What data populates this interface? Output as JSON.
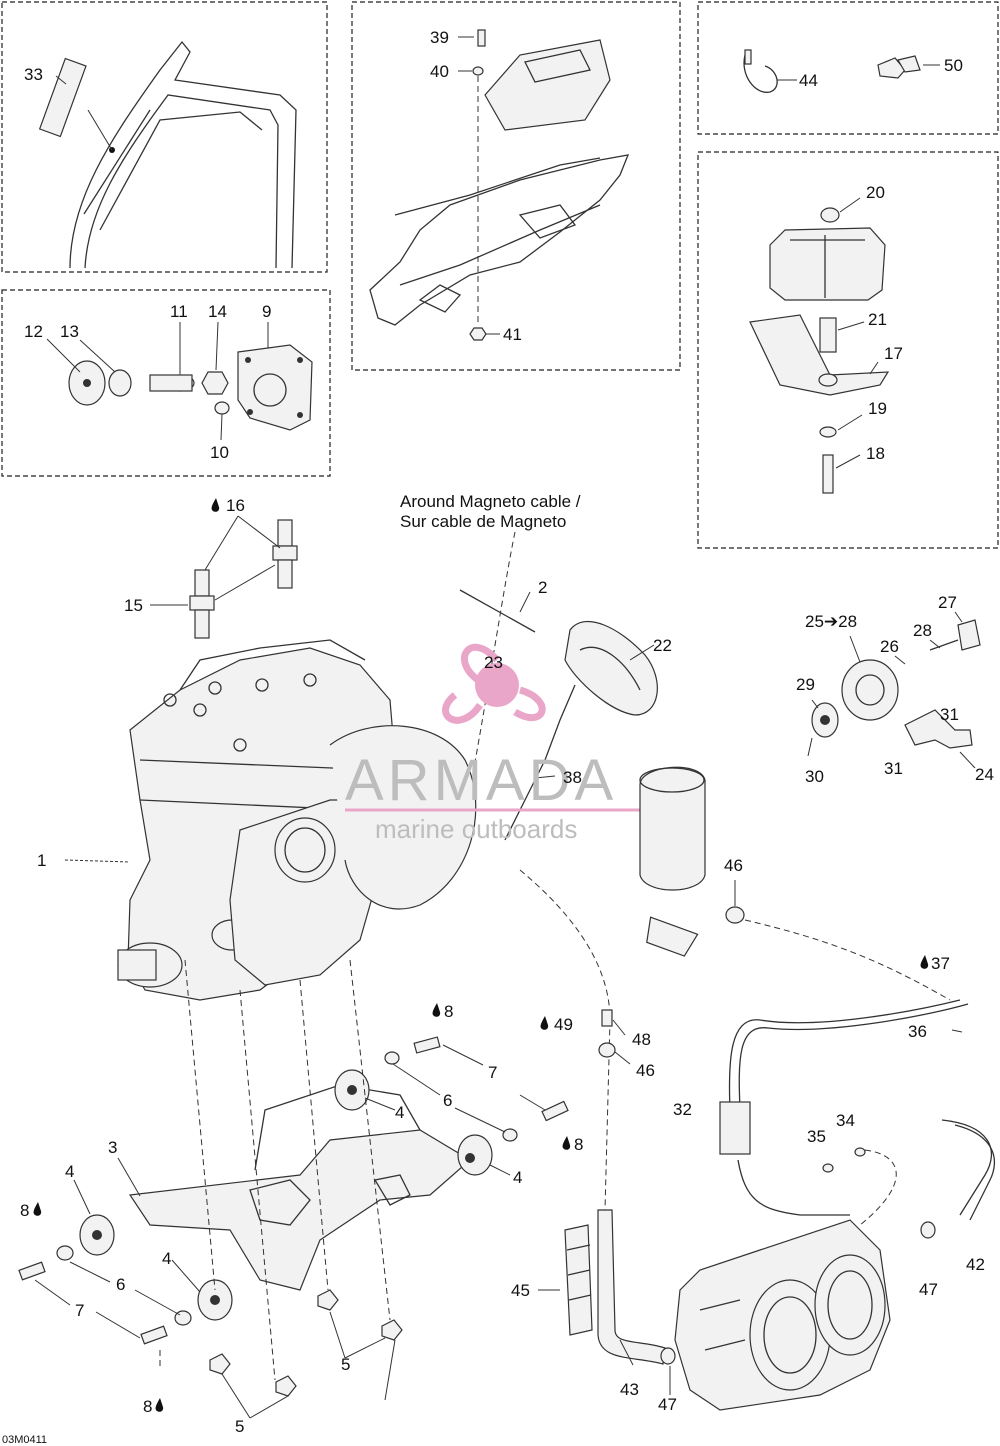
{
  "watermark": {
    "brand": "ARMADA",
    "tagline": "marine outboards",
    "color": "#e9a6c8"
  },
  "notes": {
    "cable_en": "Around Magneto cable /",
    "cable_fr": "Sur cable de Magneto"
  },
  "drawing_code": "03M0411",
  "callouts": {
    "n1": "1",
    "n2": "2",
    "n3": "3",
    "n4a": "4",
    "n4b": "4",
    "n4c": "4",
    "n4d": "4",
    "n5a": "5",
    "n5b": "5",
    "n6a": "6",
    "n6b": "6",
    "n7a": "7",
    "n7b": "7",
    "n8a": "8",
    "n8b": "8",
    "n8c": "8",
    "n8d": "8",
    "n9": "9",
    "n10": "10",
    "n11": "11",
    "n12": "12",
    "n13": "13",
    "n14": "14",
    "n15": "15",
    "n16": "16",
    "n17": "17",
    "n18": "18",
    "n19": "19",
    "n20": "20",
    "n21": "21",
    "n22": "22",
    "n23": "23",
    "n24": "24",
    "n25": "25➔28",
    "n26": "26",
    "n27": "27",
    "n28": "28",
    "n29": "29",
    "n30": "30",
    "n31a": "31",
    "n31b": "31",
    "n32": "32",
    "n33": "33",
    "n34": "34",
    "n35": "35",
    "n36": "36",
    "n37": "37",
    "n38": "38",
    "n39": "39",
    "n40": "40",
    "n41": "41",
    "n42": "42",
    "n43": "43",
    "n44": "44",
    "n45": "45",
    "n46a": "46",
    "n46b": "46",
    "n47a": "47",
    "n47b": "47",
    "n48": "48",
    "n49": "49",
    "n50": "50"
  }
}
